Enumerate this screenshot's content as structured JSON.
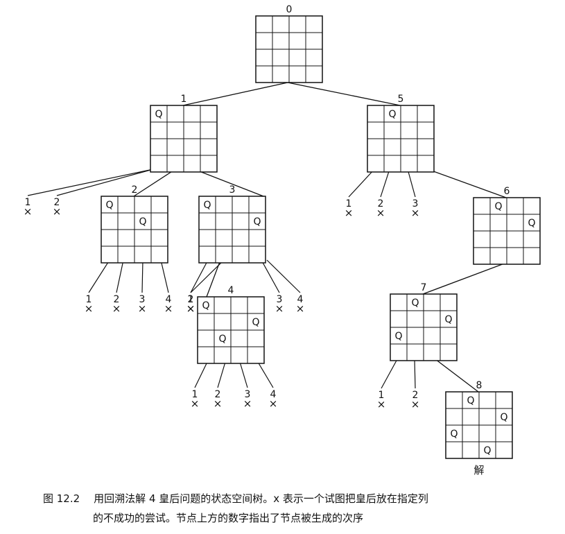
{
  "diagram": {
    "queen_symbol": "Q",
    "fail_mark": "×",
    "nodes": [
      {
        "id": "0",
        "label": "0",
        "queens": []
      },
      {
        "id": "1",
        "label": "1",
        "queens": [
          [
            0,
            0
          ]
        ]
      },
      {
        "id": "2",
        "label": "2",
        "queens": [
          [
            0,
            0
          ],
          [
            1,
            2
          ]
        ]
      },
      {
        "id": "3",
        "label": "3",
        "queens": [
          [
            0,
            0
          ],
          [
            1,
            3
          ]
        ]
      },
      {
        "id": "4",
        "label": "4",
        "queens": [
          [
            0,
            0
          ],
          [
            1,
            3
          ],
          [
            2,
            1
          ]
        ]
      },
      {
        "id": "5",
        "label": "5",
        "queens": [
          [
            0,
            1
          ]
        ]
      },
      {
        "id": "6",
        "label": "6",
        "queens": [
          [
            0,
            1
          ],
          [
            1,
            3
          ]
        ]
      },
      {
        "id": "7",
        "label": "7",
        "queens": [
          [
            0,
            1
          ],
          [
            1,
            3
          ],
          [
            2,
            0
          ]
        ]
      },
      {
        "id": "8",
        "label": "8",
        "queens": [
          [
            0,
            1
          ],
          [
            1,
            3
          ],
          [
            2,
            0
          ],
          [
            3,
            2
          ]
        ],
        "note": "解"
      }
    ],
    "edges": [
      [
        "0",
        "1"
      ],
      [
        "0",
        "5"
      ],
      [
        "1",
        "2"
      ],
      [
        "1",
        "3"
      ],
      [
        "3",
        "4"
      ],
      [
        "5",
        "6"
      ],
      [
        "6",
        "7"
      ],
      [
        "7",
        "8"
      ]
    ],
    "failed_attempts": [
      {
        "parent": "1",
        "labels": [
          "1",
          "2"
        ]
      },
      {
        "parent": "2",
        "labels": [
          "1",
          "2",
          "3",
          "4"
        ]
      },
      {
        "parent": "3",
        "labels": [
          "1",
          "2",
          "3",
          "4"
        ]
      },
      {
        "parent": "4",
        "labels": [
          "1",
          "2",
          "3",
          "4"
        ]
      },
      {
        "parent": "5",
        "labels": [
          "1",
          "2",
          "3"
        ]
      },
      {
        "parent": "7",
        "labels": [
          "1",
          "2"
        ]
      }
    ]
  },
  "caption": {
    "figure_number": "图 12.2",
    "line1": "用回溯法解 4 皇后问题的状态空间树。x 表示一个试图把皇后放在指定列",
    "line2": "的不成功的尝试。节点上方的数字指出了节点被生成的次序"
  }
}
